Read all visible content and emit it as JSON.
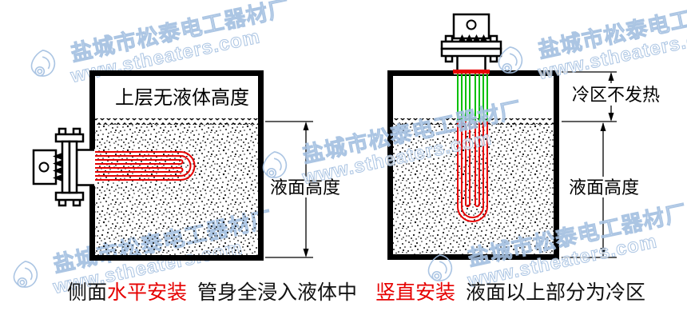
{
  "watermark": {
    "company": "盐城市松泰电工器材厂",
    "url": "www.stheaters.com"
  },
  "left_diagram": {
    "tank_label": "上层无液体高度",
    "liquid_height_label": "液面高度",
    "caption_prefix": "侧面",
    "caption_highlight": "水平安装",
    "caption_suffix": "管身全浸入液体中"
  },
  "right_diagram": {
    "cold_zone_label": "冷区不发热",
    "liquid_height_label": "液面高度",
    "caption_highlight": "竖直安装",
    "caption_suffix": "液面以上部分为冷区"
  },
  "colors": {
    "heater_hot": "#e60000",
    "heater_cold": "#00c000",
    "highlight_text": "#e60000",
    "watermark": "#a3bfe0",
    "line": "#000000"
  }
}
